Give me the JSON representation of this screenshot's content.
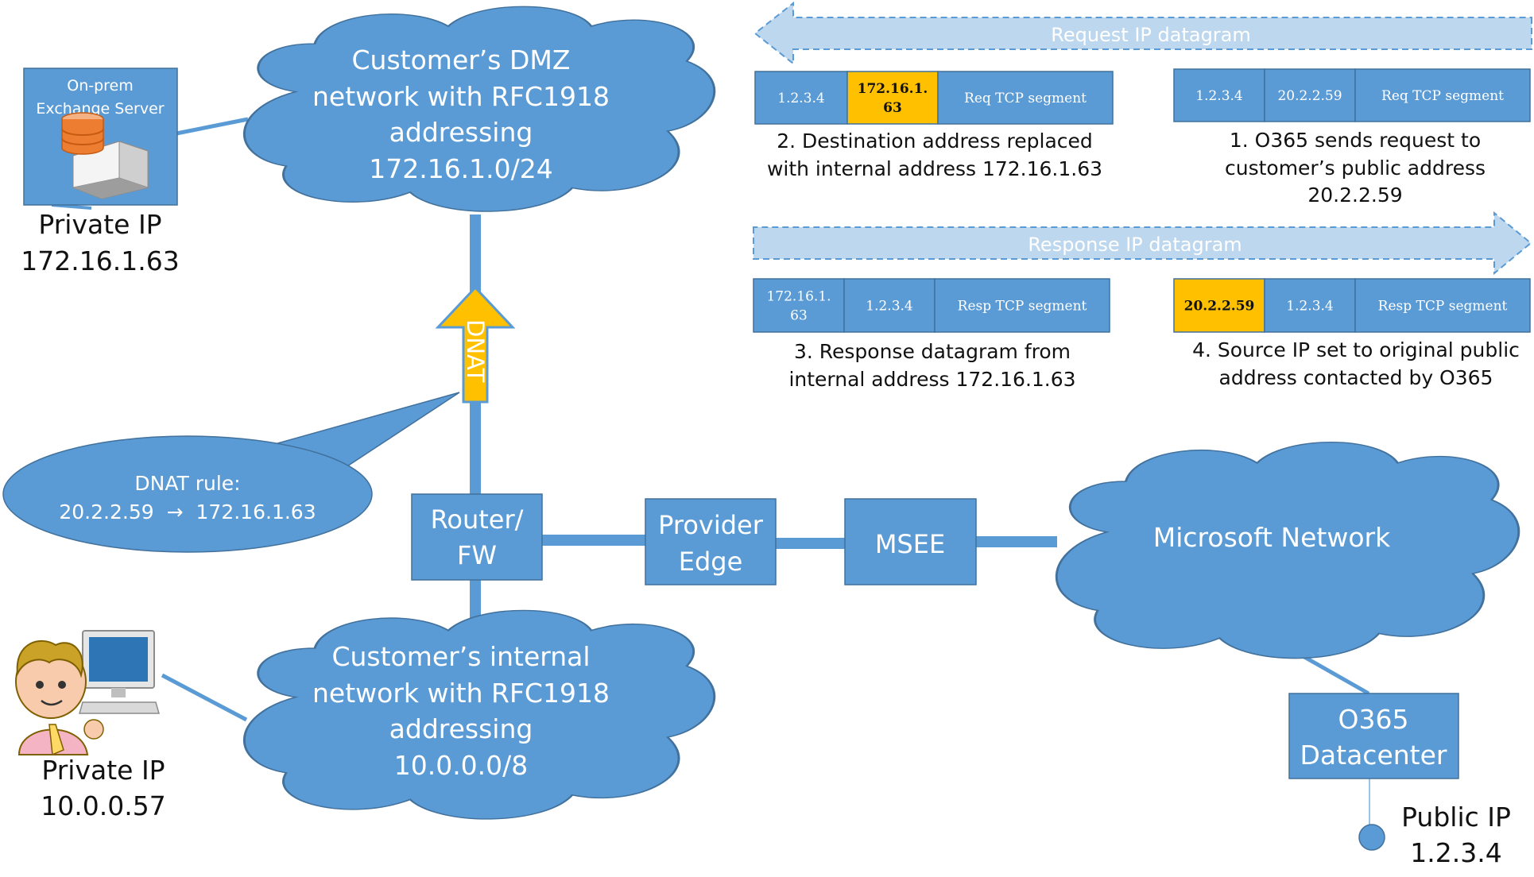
{
  "colors": {
    "blue": "#5b9bd5",
    "dark_blue_border": "#41719c",
    "light_blue_arrow": "#bdd7ee",
    "highlight": "#ffc000",
    "white": "#ffffff"
  },
  "clouds": {
    "dmz": [
      "Customer’s DMZ",
      "network with RFC1918",
      "addressing",
      "172.16.1.0/24"
    ],
    "internal": [
      "Customer’s internal",
      "network with RFC1918",
      "addressing",
      "10.0.0.0/8"
    ],
    "microsoft": [
      "Microsoft Network"
    ]
  },
  "boxes": {
    "router": [
      "Router/",
      "FW"
    ],
    "provider_edge": [
      "Provider",
      "Edge"
    ],
    "msee": [
      "MSEE"
    ],
    "o365_dc": [
      "O365",
      "Datacenter"
    ]
  },
  "server": {
    "label_lines": [
      "On-prem",
      "Exchange Server"
    ],
    "ip_label": "Private IP",
    "ip_value": "172.16.1.63",
    "icon": "server-icon"
  },
  "client": {
    "ip_label": "Private IP",
    "ip_value": "10.0.0.57",
    "icon": "user-computer-icon"
  },
  "public_endpoint": {
    "ip_label": "Public IP",
    "ip_value": "1.2.3.4"
  },
  "dnat_arrow": "DNAT",
  "dnat_callout": {
    "title": "DNAT rule:",
    "from": "20.2.2.59",
    "arrow": "→",
    "to": "172.16.1.63"
  },
  "request_banner": "Request IP datagram",
  "response_banner": "Response IP datagram",
  "datagrams": {
    "d1": {
      "cells": [
        "1.2.3.4",
        "20.2.2.59",
        "Req TCP segment"
      ],
      "highlight": -1,
      "caption": [
        "1. O365 sends request to",
        "customer’s public address",
        "20.2.2.59"
      ]
    },
    "d2": {
      "cells": [
        "1.2.3.4",
        "172.16.1.\n63",
        "Req TCP segment"
      ],
      "highlight": 1,
      "caption": [
        "2. Destination address replaced",
        "with internal address 172.16.1.63"
      ]
    },
    "d3": {
      "cells": [
        "172.16.1.\n63",
        "1.2.3.4",
        "Resp TCP segment"
      ],
      "highlight": -1,
      "caption": [
        "3. Response  datagram from",
        "internal address 172.16.1.63"
      ]
    },
    "d4": {
      "cells": [
        "20.2.2.59",
        "1.2.3.4",
        "Resp TCP segment"
      ],
      "highlight": 0,
      "caption": [
        "4. Source IP set to original public",
        "address contacted by O365"
      ]
    }
  }
}
